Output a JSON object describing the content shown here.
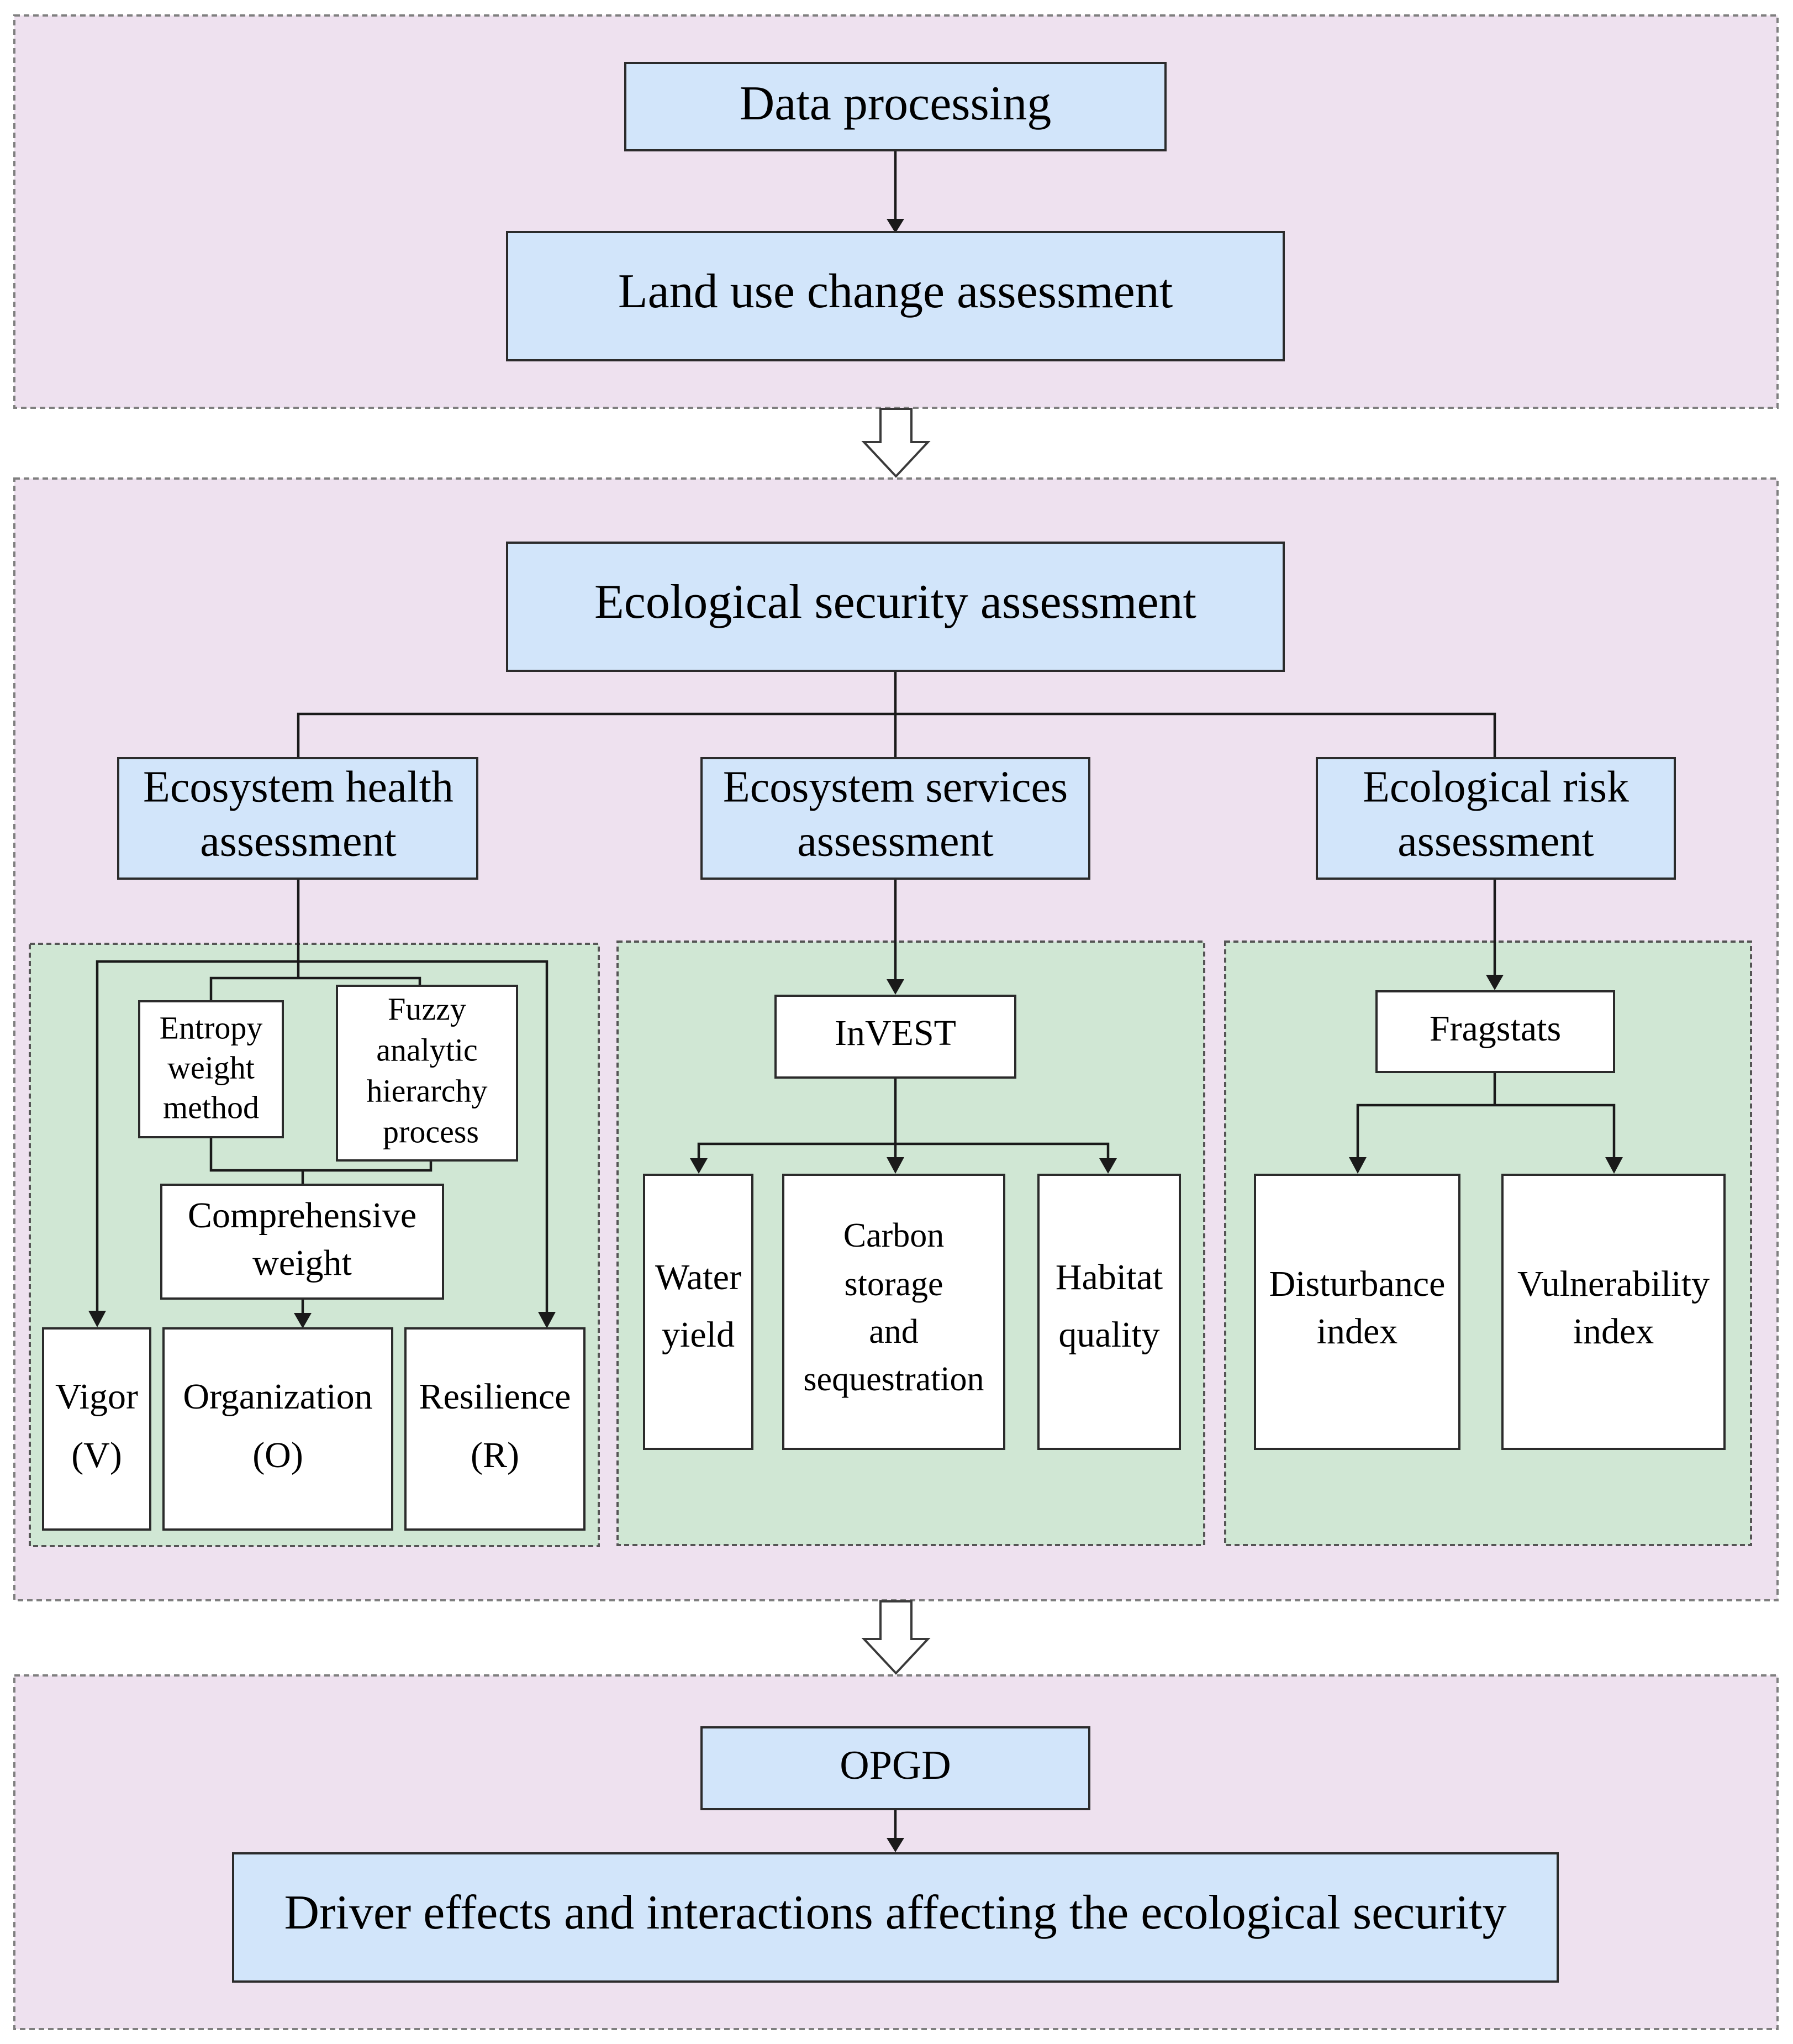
{
  "stage1": {
    "data_processing": "Data processing",
    "land_use": "Land use change assessment"
  },
  "stage2": {
    "ecological_security": "Ecological security assessment",
    "ecosystem_health": [
      "Ecosystem health",
      "assessment"
    ],
    "ecosystem_services": [
      "Ecosystem services",
      "assessment"
    ],
    "ecological_risk": [
      "Ecological risk",
      "assessment"
    ],
    "health": {
      "entropy": [
        "Entropy",
        "weight",
        "method"
      ],
      "fuzzy": [
        "Fuzzy",
        "analytic",
        "hierarchy",
        "process"
      ],
      "comprehensive": [
        "Comprehensive",
        "weight"
      ],
      "vigor": [
        "Vigor",
        "(V)"
      ],
      "organization": [
        "Organization",
        "(O)"
      ],
      "resilience": [
        "Resilience",
        "(R)"
      ]
    },
    "services": {
      "invest": "InVEST",
      "water_yield": [
        "Water",
        "yield"
      ],
      "carbon": [
        "Carbon",
        "storage",
        "and",
        "sequestration"
      ],
      "habitat": [
        "Habitat",
        "quality"
      ]
    },
    "risk": {
      "fragstats": "Fragstats",
      "disturbance": [
        "Disturbance",
        "index"
      ],
      "vulnerability": [
        "Vulnerability",
        "index"
      ]
    }
  },
  "stage3": {
    "opgd": "OPGD",
    "driver_effects": "Driver effects and interactions affecting the ecological security"
  }
}
